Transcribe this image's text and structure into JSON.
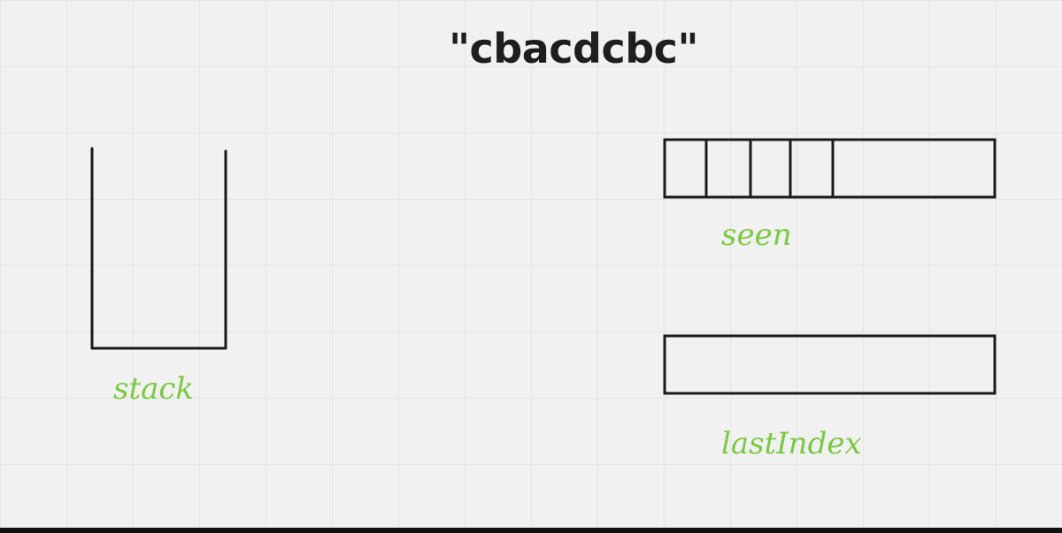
{
  "title": "\"cbacdcbc\"",
  "labels": {
    "stack": "stack",
    "seen": "seen",
    "last_index": "lastIndex"
  },
  "colors": {
    "background": "#f1f1f1",
    "grid": "#e4e4e4",
    "stroke": "#1a1a1a",
    "label": "#7ac943",
    "title": "#1e1e1e"
  }
}
